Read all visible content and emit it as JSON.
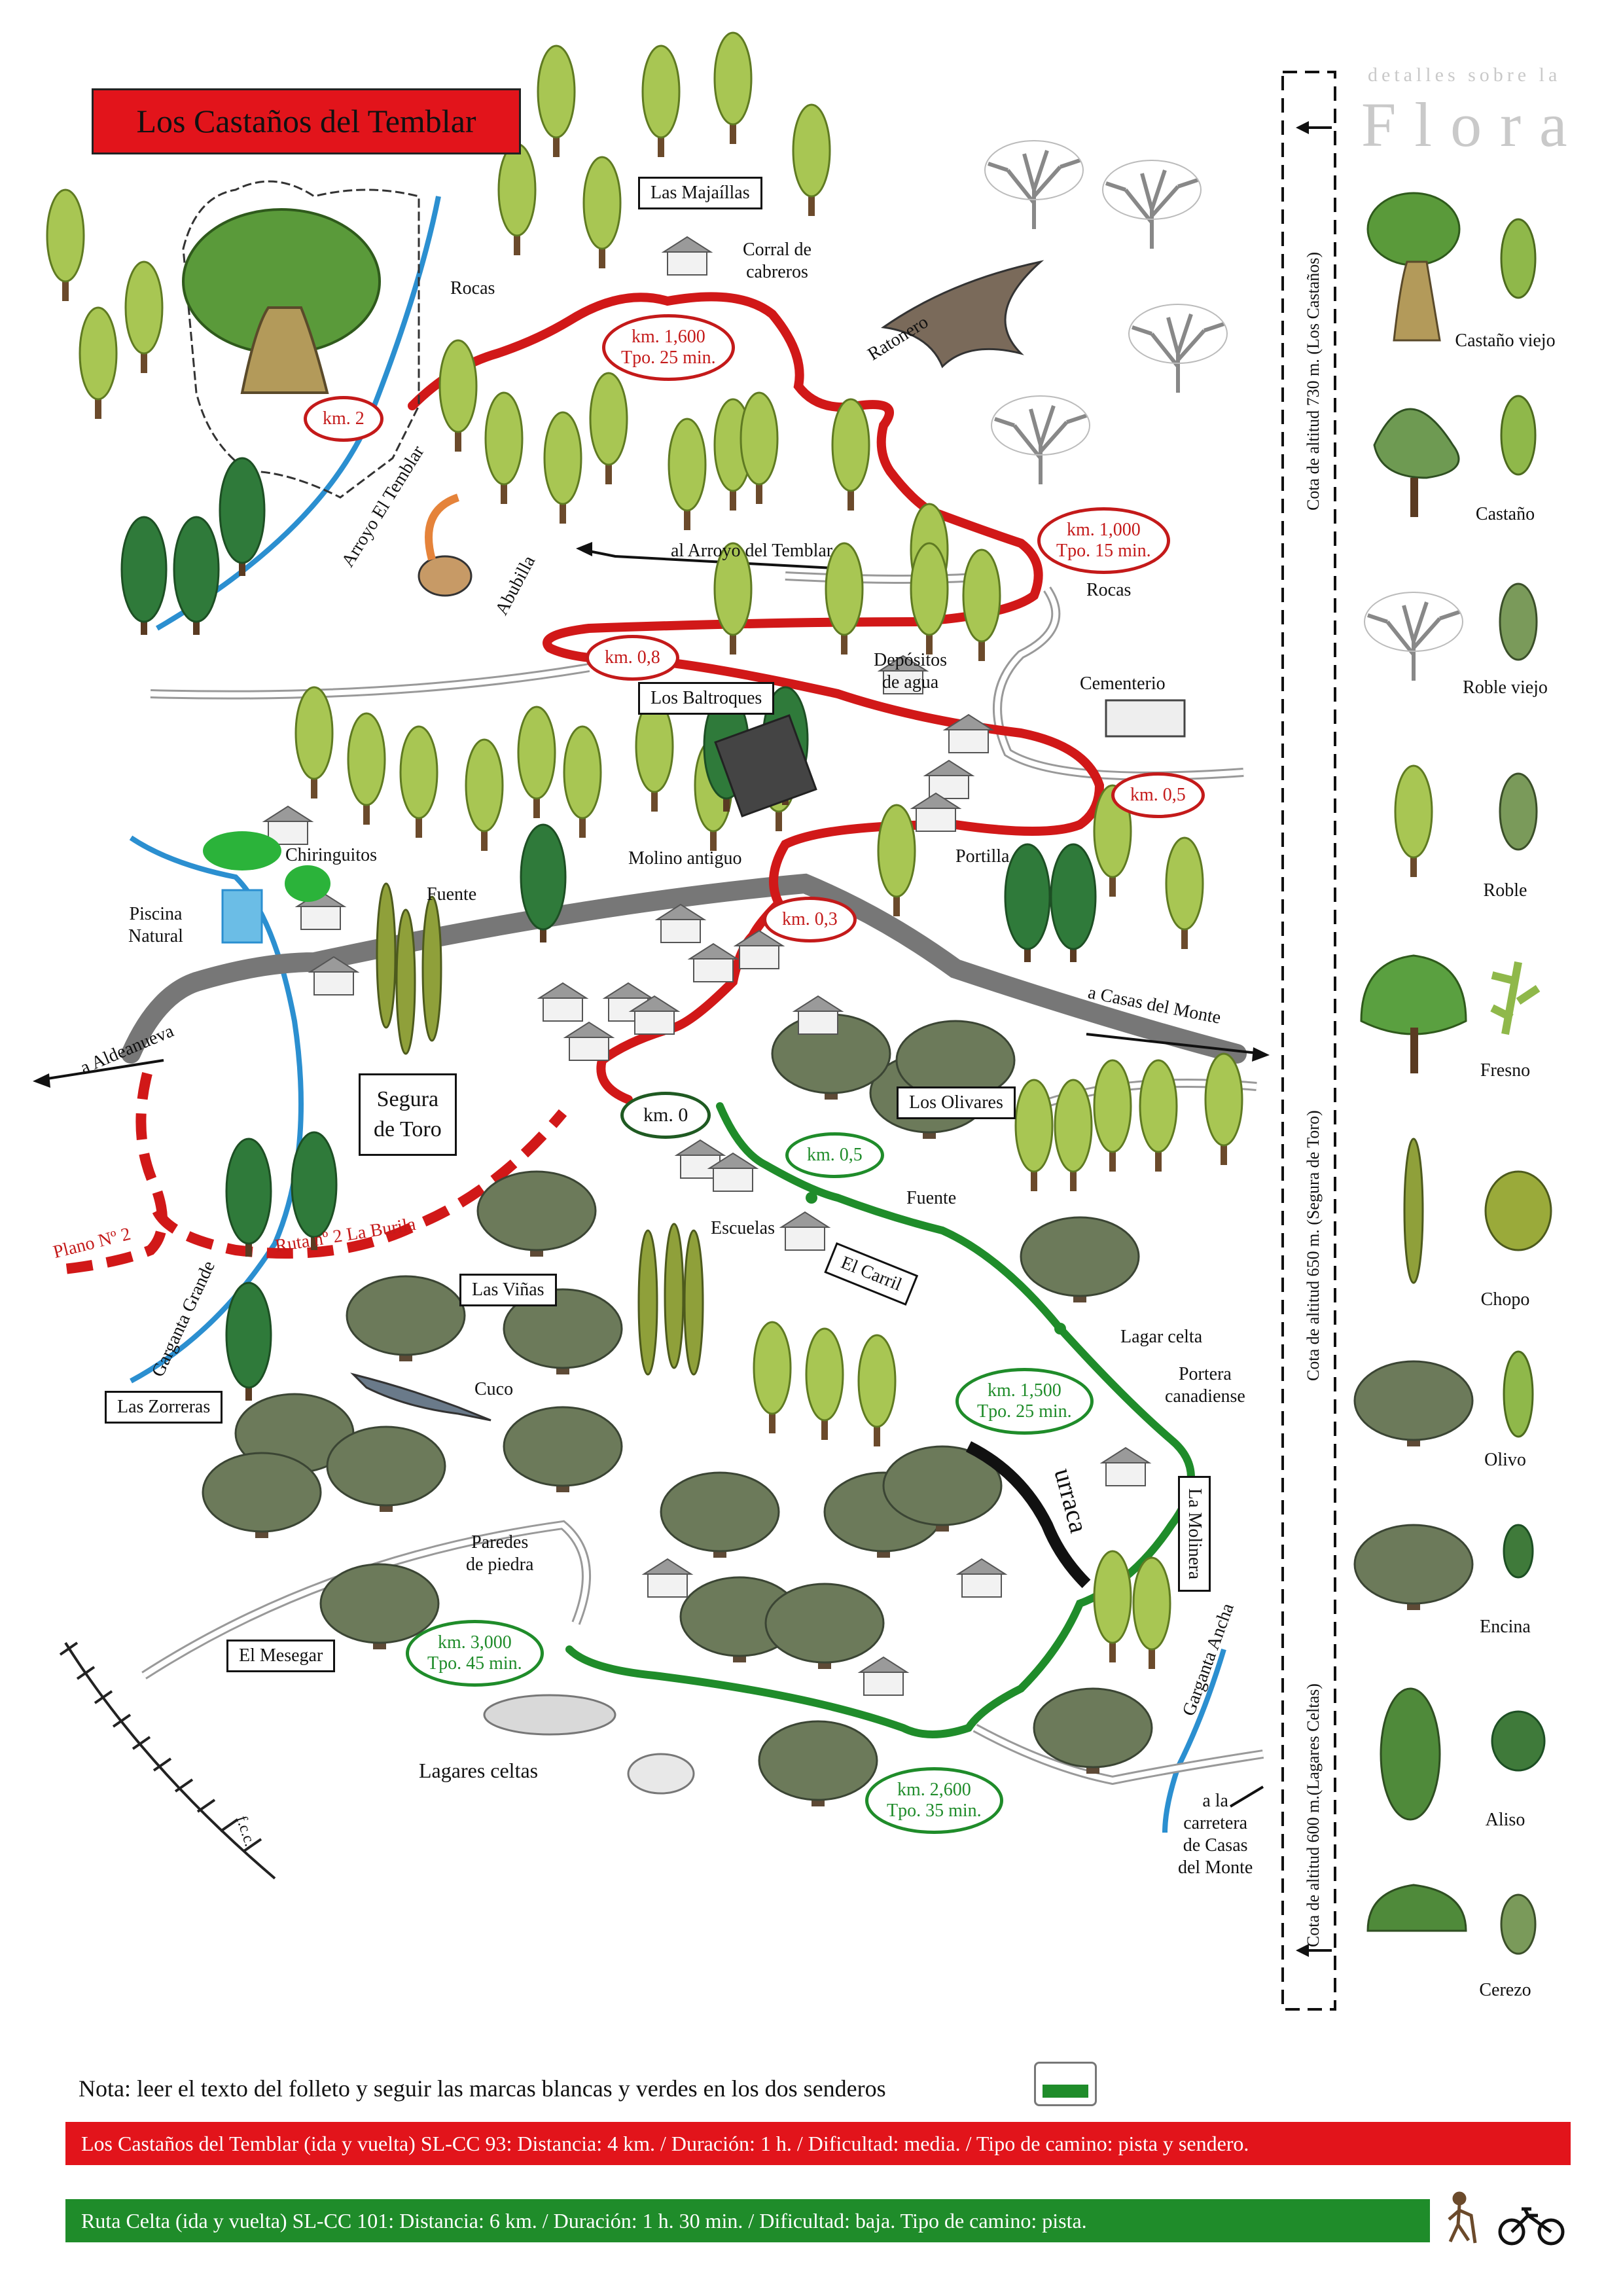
{
  "title": "Los Castaños del Temblar",
  "colors": {
    "red_route": "#d11818",
    "green_route": "#1f8c2a",
    "road": "#7a7a7a",
    "river": "#2b8fd0"
  },
  "place_boxes": [
    "Las Majaíllas",
    "Los Baltroques",
    "Segura\nde Toro",
    "Los Olivares",
    "Las Viñas",
    "Las Zorreras",
    "El Carril",
    "La Molinera",
    "El Mesegar"
  ],
  "place_labels": [
    "Corral de\ncabreros",
    "Rocas",
    "Ratonero",
    "Abubilla",
    "al Arroyo del Temblar",
    "Rocas",
    "Depósitos\nde agua",
    "Cementerio",
    "Chiringuitos",
    "Piscina\nNatural",
    "Fuente",
    "Molino antiguo",
    "Portilla",
    "a Casas del Monte",
    "a Aldeanueva",
    "Fuente",
    "Escuelas",
    "Lagar celta",
    "Portera\ncanadiense",
    "Cuco",
    "urraca",
    "Paredes\nde piedra",
    "Lagares celtas",
    "a la\ncarretera\nde Casas\ndel Monte",
    "f.c.c."
  ],
  "rotated_labels": [
    "Arroyo El Temblar",
    "Garganta Grande",
    "Garganta Ancha",
    "Plano Nº 2",
    "Ruta nº 2 La Burila"
  ],
  "km_red": [
    "km. 2",
    "km.  1,600\nTpo.  25 min.",
    "km. 1,000\nTpo. 15 min.",
    "km. 0,8",
    "km. 0,5",
    "km. 0,3"
  ],
  "km_start": "km. 0",
  "km_green": [
    "km. 0,5",
    "km.  1,500\nTpo. 25 min.",
    "km.    3,000\nTpo.  45 min.",
    "km.   2,600\nTpo.  35 min."
  ],
  "flora": {
    "header_small": "detalles sobre la",
    "header_big": "Flora",
    "altitude_labels": [
      "Cota de altitud 730 m. (Los Castaños)",
      "Cota de altitud 650 m. (Segura de Toro)",
      "Cota de altitud 600 m.(Lagares Celtas)"
    ],
    "items": [
      "Castaño viejo",
      "Castaño",
      "Roble viejo",
      "Roble",
      "Fresno",
      "Chopo",
      "Olivo",
      "Encina",
      "Aliso",
      "Cerezo"
    ]
  },
  "note": "Nota: leer el texto del folleto y seguir las marcas blancas y verdes en los dos senderos",
  "route_red_text": "Los Castaños del Temblar (ida y vuelta) SL-CC 93: Distancia: 4 km. / Duración: 1 h. / Dificultad: media. / Tipo de camino: pista y sendero.",
  "route_green_text": "Ruta Celta (ida y vuelta) SL-CC 101: Distancia: 6 km. / Duración: 1 h. 30 min. / Dificultad: baja. Tipo de camino: pista.",
  "icons": [
    "hiker-icon",
    "bicycle-icon"
  ]
}
